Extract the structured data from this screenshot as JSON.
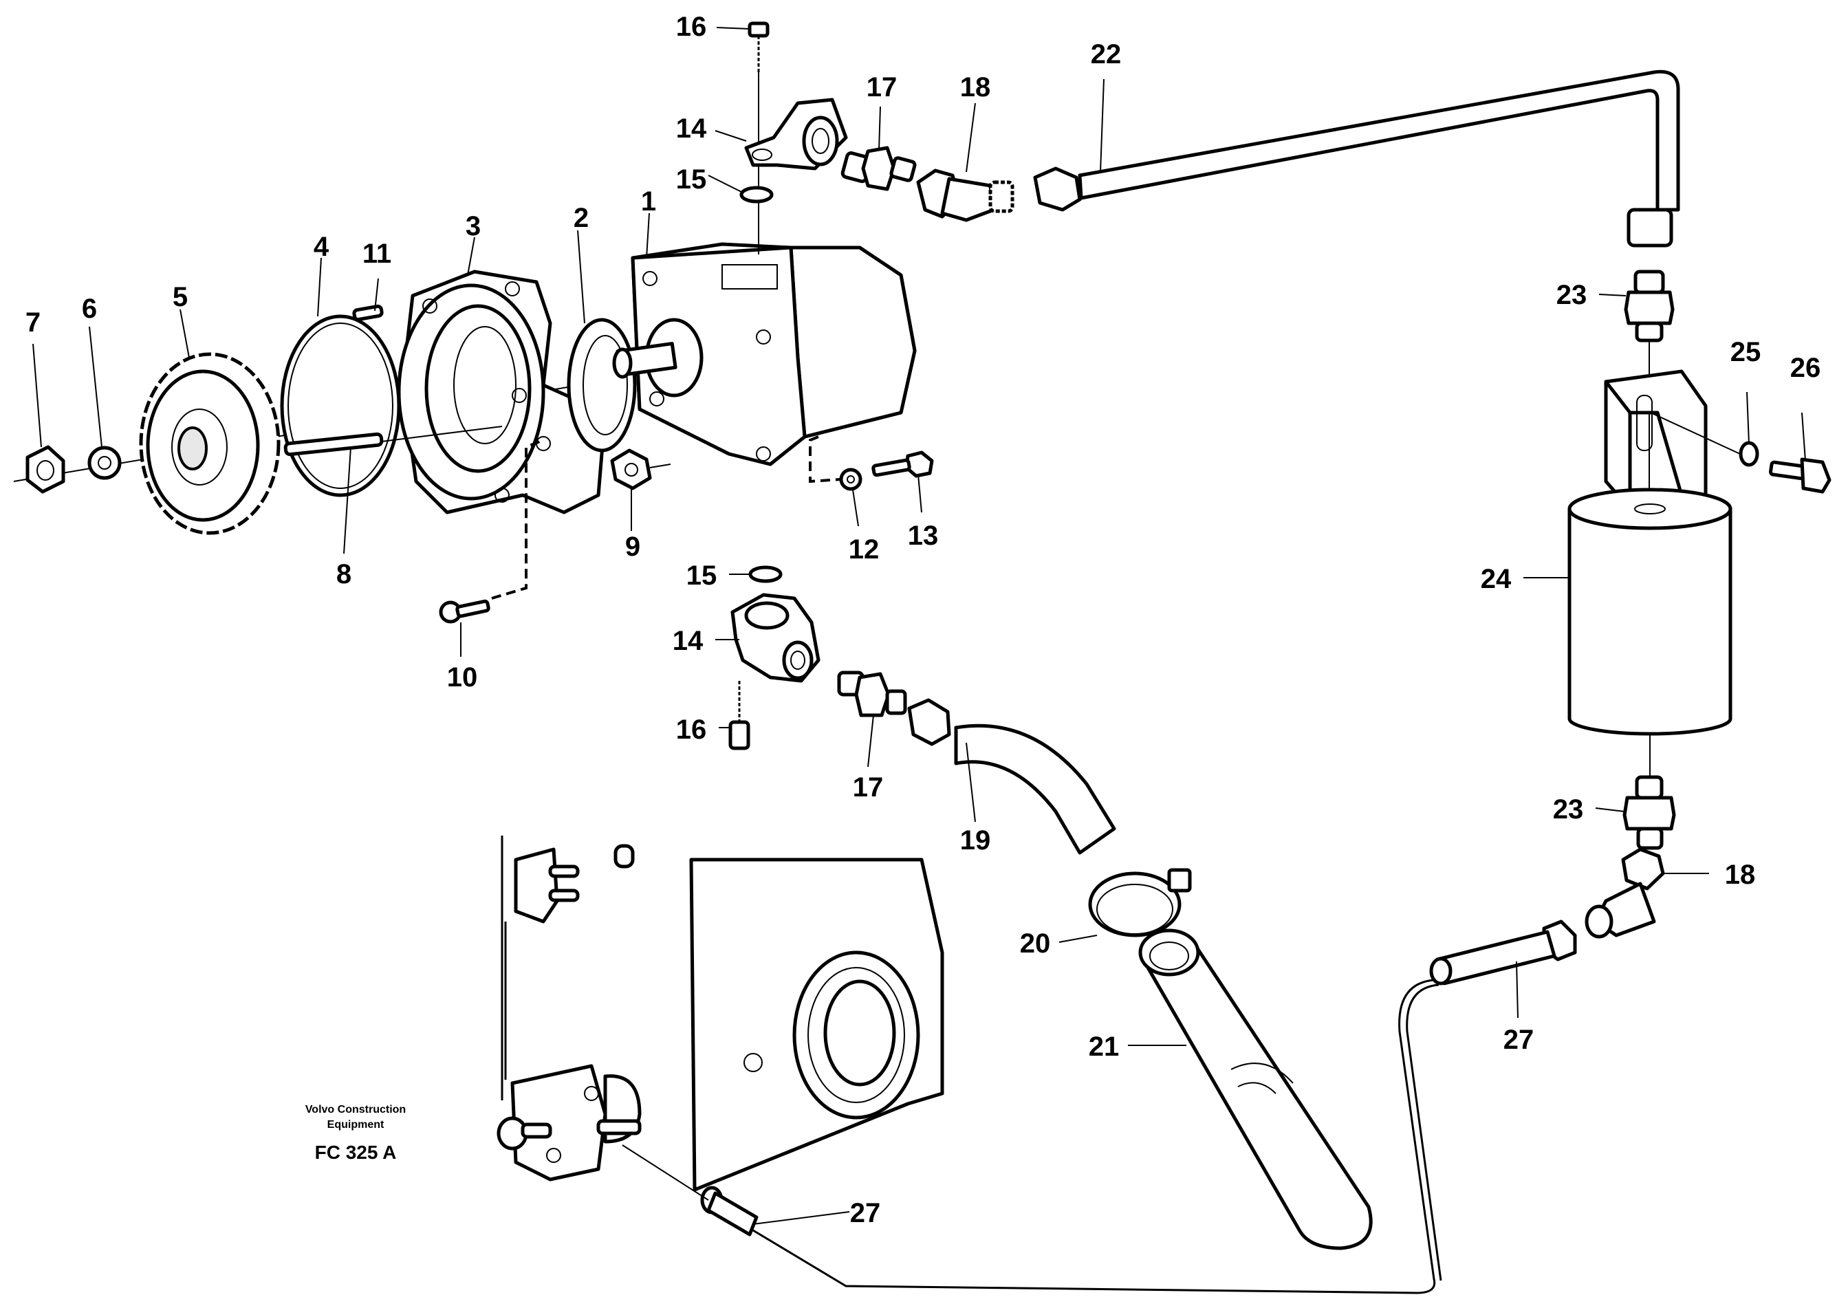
{
  "callouts": [
    "1",
    "2",
    "3",
    "4",
    "5",
    "6",
    "7",
    "8",
    "9",
    "10",
    "11",
    "12",
    "13",
    "14",
    "15",
    "16",
    "17",
    "18",
    "19",
    "20",
    "21",
    "22",
    "23",
    "24",
    "25",
    "26",
    "27"
  ],
  "brand": {
    "line1": "Volvo Construction",
    "line2": "Equipment"
  },
  "figure_code": "FC 325 A"
}
